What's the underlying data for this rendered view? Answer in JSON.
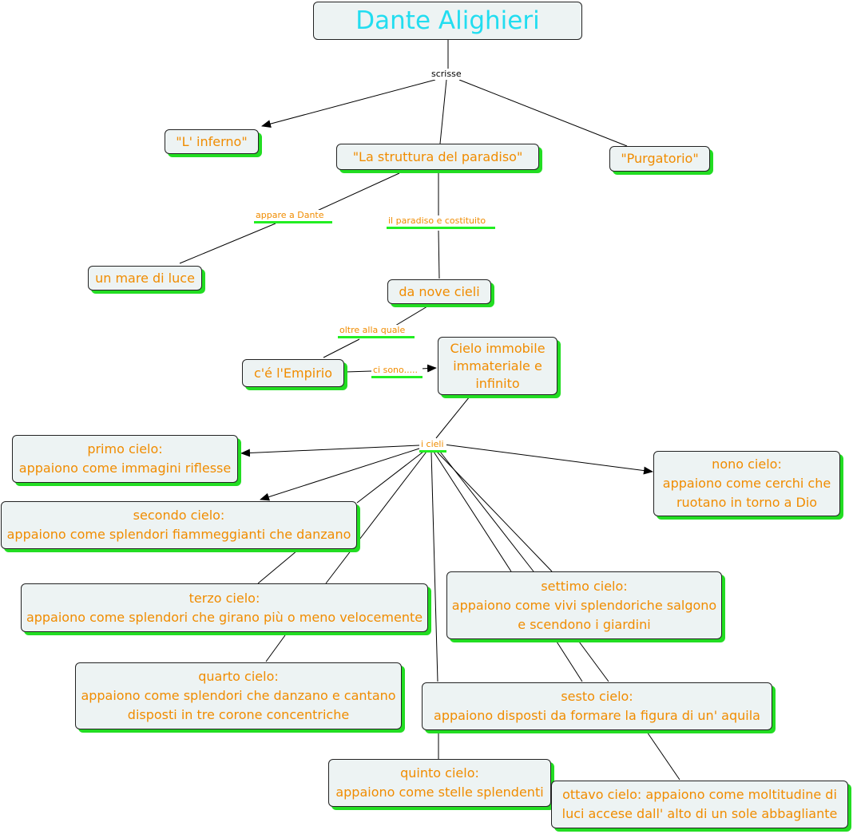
{
  "title": "Dante Alighieri",
  "links": {
    "scrisse": "scrisse",
    "appare": "appare a Dante",
    "costituito": "il paradiso e costituito",
    "oltre": "oltre alla quale",
    "ci_sono": "ci sono.....",
    "i_cieli": "i cieli"
  },
  "nodes": {
    "inferno": "\"L' inferno\"",
    "paradiso": "\"La struttura del paradiso\"",
    "purgatorio": "\"Purgatorio\"",
    "mare": "un mare di luce",
    "nove": "da nove cieli",
    "empirio": "c'é l'Empirio",
    "cielo_immobile": [
      "Cielo immobile",
      "immateriale e",
      "infinito"
    ],
    "primo": [
      "primo cielo:",
      "appaiono come immagini riflesse"
    ],
    "secondo": [
      "secondo cielo:",
      "appaiono come splendori fiammeggianti che danzano"
    ],
    "terzo": [
      "terzo cielo:",
      "appaiono come splendori che girano più o meno velocemente"
    ],
    "quarto": [
      "quarto cielo:",
      "appaiono come splendori che danzano e cantano",
      "disposti in tre corone concentriche"
    ],
    "quinto": [
      "quinto cielo:",
      "appaiono come stelle splendenti"
    ],
    "sesto": [
      "sesto cielo:",
      "appaiono disposti da formare la figura di un' aquila"
    ],
    "settimo": [
      "settimo cielo:",
      "appaiono come vivi splendoriche salgono",
      "e scendono i giardini"
    ],
    "ottavo": [
      "ottavo cielo: appaiono come moltitudine di",
      "luci accese dall' alto di un sole abbagliante"
    ],
    "nono": [
      "nono cielo:",
      "appaiono come cerchi che",
      "ruotano in torno a Dio"
    ]
  },
  "colors": {
    "node_fill": "#edf3f3",
    "node_text": "#f08c00",
    "title_text": "#22ddf0",
    "shadow": "#22dd22",
    "line": "#000000"
  }
}
